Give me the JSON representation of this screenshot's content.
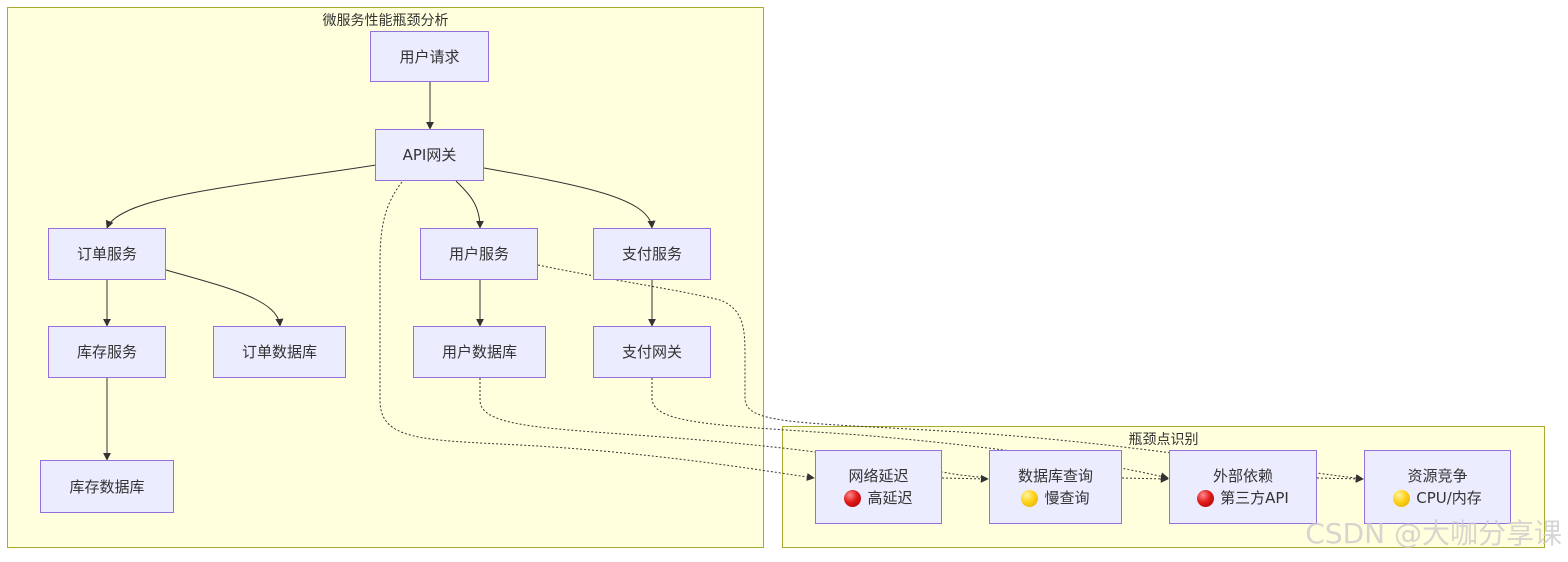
{
  "clusters": {
    "analysis": {
      "title": "微服务性能瓶颈分析"
    },
    "bottleneck": {
      "title": "瓶颈点识别"
    }
  },
  "nodes": {
    "user_request": "用户请求",
    "api_gateway": "API网关",
    "order_service": "订单服务",
    "user_service": "用户服务",
    "payment_service": "支付服务",
    "inventory_service": "库存服务",
    "order_db": "订单数据库",
    "user_db": "用户数据库",
    "payment_gateway": "支付网关",
    "inventory_db": "库存数据库",
    "network_latency": {
      "title": "网络延迟",
      "status": "高延迟",
      "status_color": "red"
    },
    "db_query": {
      "title": "数据库查询",
      "status": "慢查询",
      "status_color": "yellow"
    },
    "external_dep": {
      "title": "外部依赖",
      "status": "第三方API",
      "status_color": "red"
    },
    "resource_contention": {
      "title": "资源竞争",
      "status": "CPU/内存",
      "status_color": "yellow"
    }
  },
  "watermark": "CSDN @大咖分享课",
  "colors": {
    "node_fill": "#ececff",
    "node_border": "#9370db",
    "cluster_fill": "#ffffde",
    "cluster_border": "#aaaa33",
    "edge": "#333333"
  }
}
